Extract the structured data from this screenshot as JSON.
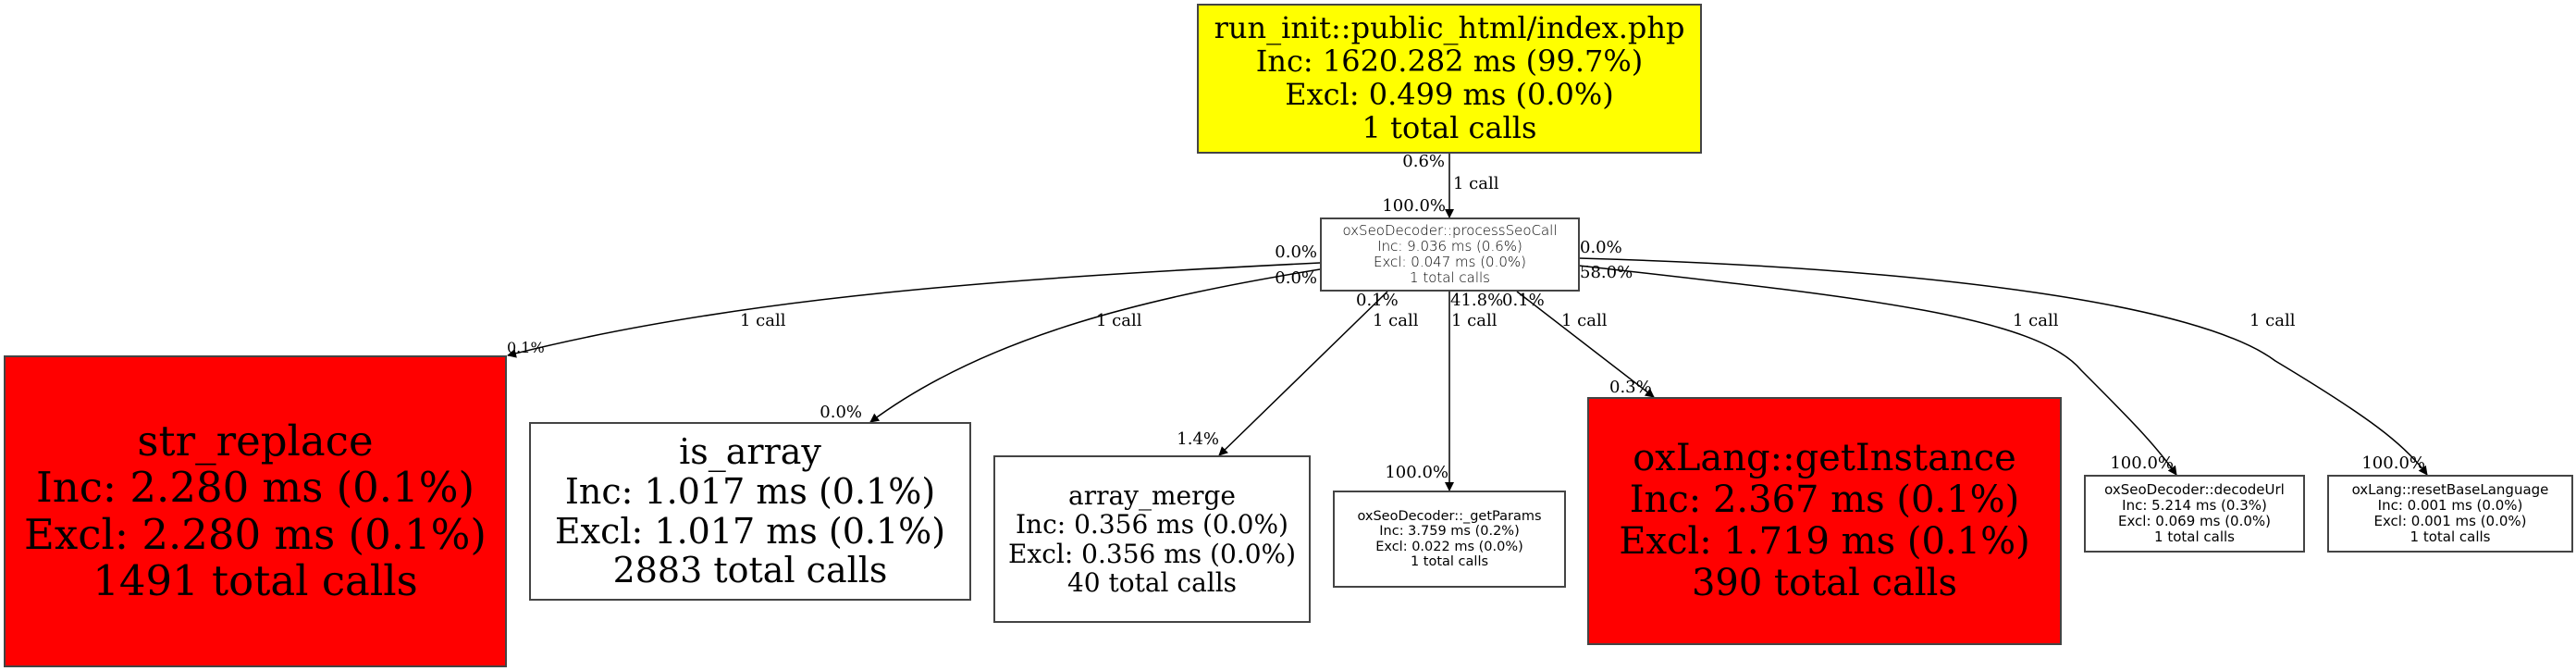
{
  "colors": {
    "hot": "#ff0000",
    "root": "#ffff00",
    "normal": "#ffffff",
    "edge": "#000000"
  },
  "nodes": {
    "root": {
      "name": "run_init::public_html/index.php",
      "inc": "Inc: 1620.282 ms (99.7%)",
      "excl": "Excl: 0.499 ms (0.0%)",
      "calls": "1 total calls"
    },
    "processSeoCall": {
      "name": "oxSeoDecoder::processSeoCall",
      "inc": "Inc: 9.036 ms (0.6%)",
      "excl": "Excl: 0.047 ms (0.0%)",
      "calls": "1 total calls"
    },
    "str_replace": {
      "name": "str_replace",
      "inc": "Inc: 2.280 ms (0.1%)",
      "excl": "Excl: 2.280 ms (0.1%)",
      "calls": "1491 total calls"
    },
    "is_array": {
      "name": "is_array",
      "inc": "Inc: 1.017 ms (0.1%)",
      "excl": "Excl: 1.017 ms (0.1%)",
      "calls": "2883 total calls"
    },
    "array_merge": {
      "name": "array_merge",
      "inc": "Inc: 0.356 ms (0.0%)",
      "excl": "Excl: 0.356 ms (0.0%)",
      "calls": "40 total calls"
    },
    "getParams": {
      "name": "oxSeoDecoder::_getParams",
      "inc": "Inc: 3.759 ms (0.2%)",
      "excl": "Excl: 0.022 ms (0.0%)",
      "calls": "1 total calls"
    },
    "getInstance": {
      "name": "oxLang::getInstance",
      "inc": "Inc: 2.367 ms (0.1%)",
      "excl": "Excl: 1.719 ms (0.1%)",
      "calls": "390 total calls"
    },
    "decodeUrl": {
      "name": "oxSeoDecoder::decodeUrl",
      "inc": "Inc: 5.214 ms (0.3%)",
      "excl": "Excl: 0.069 ms (0.0%)",
      "calls": "1 total calls"
    },
    "resetBaseLanguage": {
      "name": "oxLang::resetBaseLanguage",
      "inc": "Inc: 0.001 ms (0.0%)",
      "excl": "Excl: 0.001 ms (0.0%)",
      "calls": "1 total calls"
    }
  },
  "edges": [
    {
      "from": "root",
      "to": "processSeoCall",
      "tail": "0.6%",
      "call": "1 call",
      "head": "100.0%"
    },
    {
      "from": "processSeoCall",
      "to": "str_replace",
      "tail": "0.0%",
      "call": "1 call",
      "head": "0.1%"
    },
    {
      "from": "processSeoCall",
      "to": "is_array",
      "tail": "0.0%",
      "call": "1 call",
      "head": "0.0%"
    },
    {
      "from": "processSeoCall",
      "to": "array_merge",
      "tail": "0.1%",
      "call": "1 call",
      "head": "1.4%"
    },
    {
      "from": "processSeoCall",
      "to": "getParams",
      "tail": "41.8%",
      "call": "1 call",
      "head": "100.0%"
    },
    {
      "from": "processSeoCall",
      "to": "getInstance",
      "tail": "0.1%",
      "call": "1 call",
      "head": "0.3%"
    },
    {
      "from": "processSeoCall",
      "to": "decodeUrl",
      "tail": "58.0%",
      "call": "1 call",
      "head": "100.0%"
    },
    {
      "from": "processSeoCall",
      "to": "resetBaseLanguage",
      "tail": "0.0%",
      "call": "1 call",
      "head": "100.0%"
    }
  ]
}
